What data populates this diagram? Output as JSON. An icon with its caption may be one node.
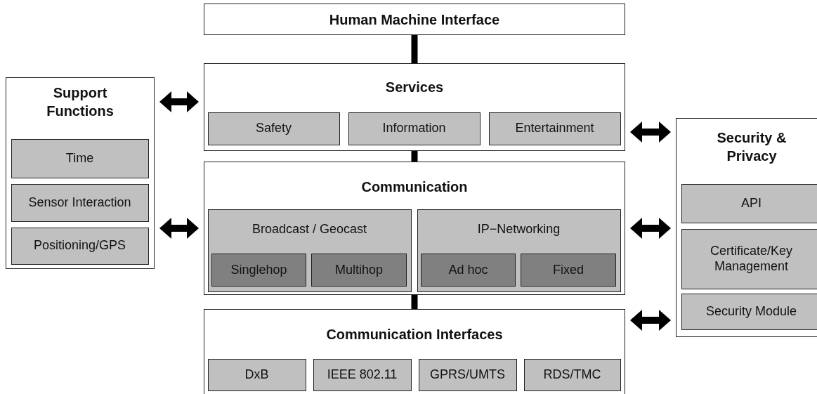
{
  "diagram": {
    "nodes": [
      {
        "text": [
          "Human Machine Interface"
        ]
      },
      {
        "text": [
          "Services"
        ]
      },
      {
        "text": [
          "Safety"
        ],
        "in": 1
      },
      {
        "text": [
          "Information"
        ],
        "in": 1
      },
      {
        "text": [
          "Entertainment"
        ],
        "in": 1
      },
      {
        "text": [
          "Communication"
        ]
      },
      {
        "text": [
          "Broadcast / Geocast"
        ],
        "in": 5
      },
      {
        "text": [
          "Singlehop"
        ],
        "in": 6
      },
      {
        "text": [
          "Multihop"
        ],
        "in": 6
      },
      {
        "text": [
          "IP−Networking"
        ],
        "in": 5
      },
      {
        "text": [
          "Ad hoc"
        ],
        "in": 9
      },
      {
        "text": [
          "Fixed"
        ],
        "in": 9
      },
      {
        "text": [
          "Communication Interfaces"
        ]
      },
      {
        "text": [
          "DxB"
        ],
        "in": 12
      },
      {
        "text": [
          "IEEE 802.11"
        ],
        "in": 12
      },
      {
        "text": [
          "GPRS/UMTS"
        ],
        "in": 12
      },
      {
        "text": [
          "RDS/TMC"
        ],
        "in": 12
      },
      {
        "text": [
          "Support Functions"
        ]
      },
      {
        "text": [
          "Time"
        ],
        "in": 17
      },
      {
        "text": [
          "Sensor Interaction"
        ],
        "in": 17
      },
      {
        "text": [
          "Positioning/GPS"
        ],
        "in": 17
      },
      {
        "text": [
          "Security & Privacy"
        ]
      },
      {
        "text": [
          "API"
        ],
        "in": 21
      },
      {
        "text": [
          "Certificate/Key Management"
        ],
        "in": 21
      },
      {
        "text": [
          "Security Module"
        ],
        "in": 21
      }
    ],
    "edges": [
      {
        "from": 0,
        "to": 1,
        "arrow": "none"
      },
      {
        "from": 1,
        "to": 5,
        "arrow": "none"
      },
      {
        "from": 5,
        "to": 12,
        "arrow": "none"
      },
      {
        "from": 17,
        "to": 1,
        "arrow": "both"
      },
      {
        "from": 17,
        "to": 5,
        "arrow": "both"
      },
      {
        "from": 1,
        "to": 21,
        "arrow": "both"
      },
      {
        "from": 5,
        "to": 21,
        "arrow": "both"
      },
      {
        "from": 12,
        "to": 21,
        "arrow": "both"
      }
    ]
  }
}
